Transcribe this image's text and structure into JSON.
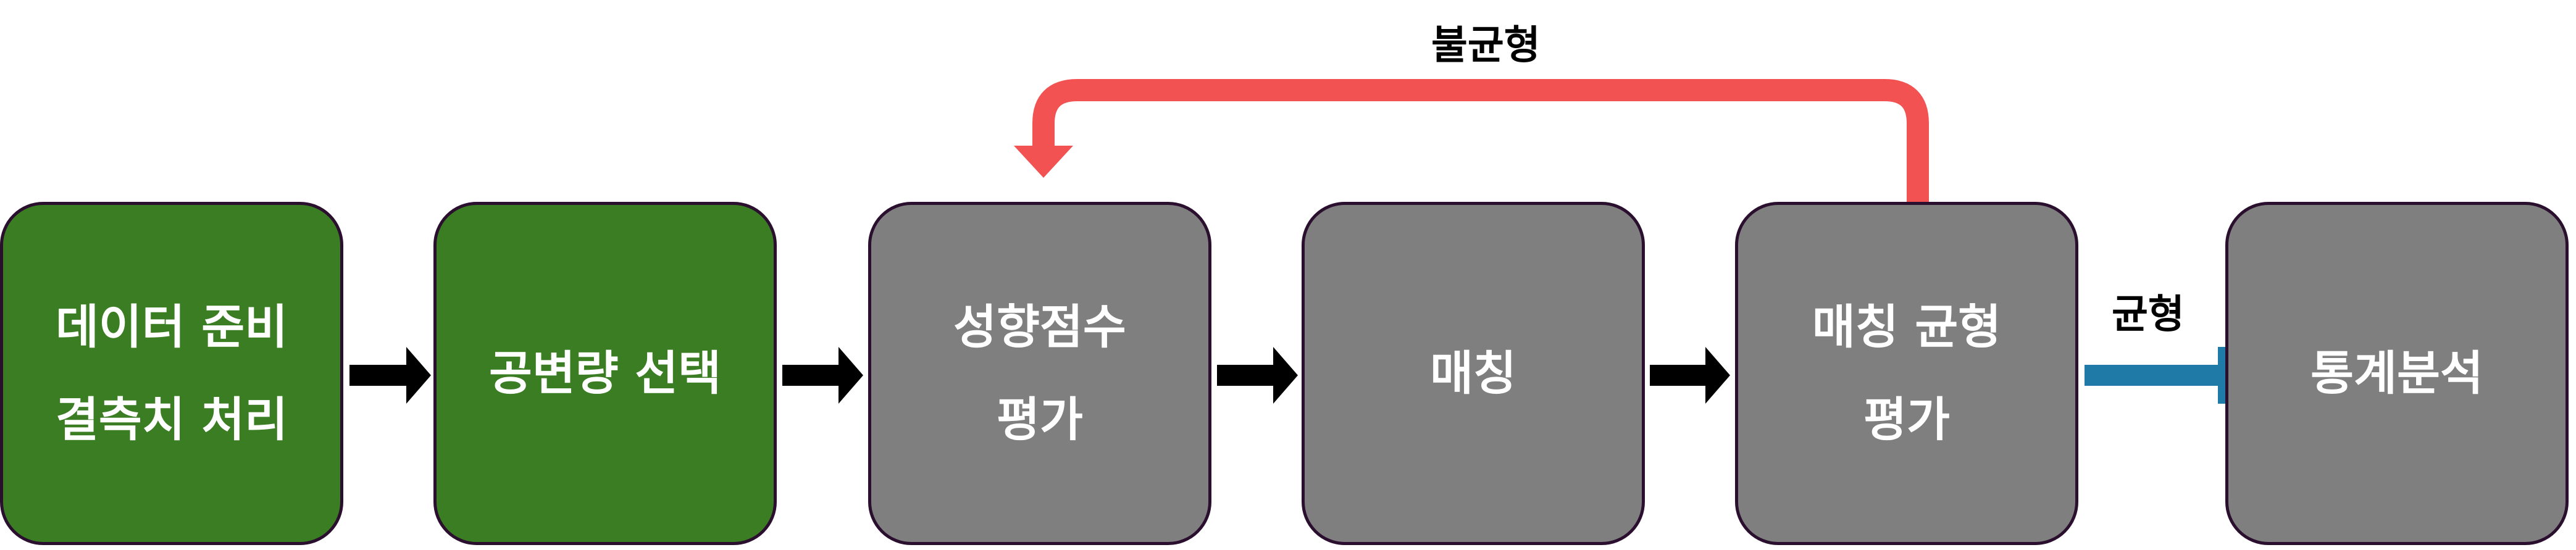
{
  "nodes": [
    {
      "id": "data-prep",
      "lines": [
        "데이터 준비",
        "결측치 처리"
      ],
      "color": "#3a7d22"
    },
    {
      "id": "covariate-select",
      "lines": [
        "공변량 선택"
      ],
      "color": "#3a7d22"
    },
    {
      "id": "propensity-score",
      "lines": [
        "성향점수",
        "평가"
      ],
      "color": "#7f7f7f"
    },
    {
      "id": "matching",
      "lines": [
        "매칭"
      ],
      "color": "#7f7f7f"
    },
    {
      "id": "balance-eval",
      "lines": [
        "매칭 균형",
        "평가"
      ],
      "color": "#7f7f7f"
    },
    {
      "id": "stat-analysis",
      "lines": [
        "통계분석"
      ],
      "color": "#7f7f7f"
    }
  ],
  "edges": {
    "unbalanced_label": "불균형",
    "balanced_label": "균형",
    "feedback_color": "#f25252",
    "balanced_color": "#1f7aa8",
    "flow_color": "#000000"
  }
}
